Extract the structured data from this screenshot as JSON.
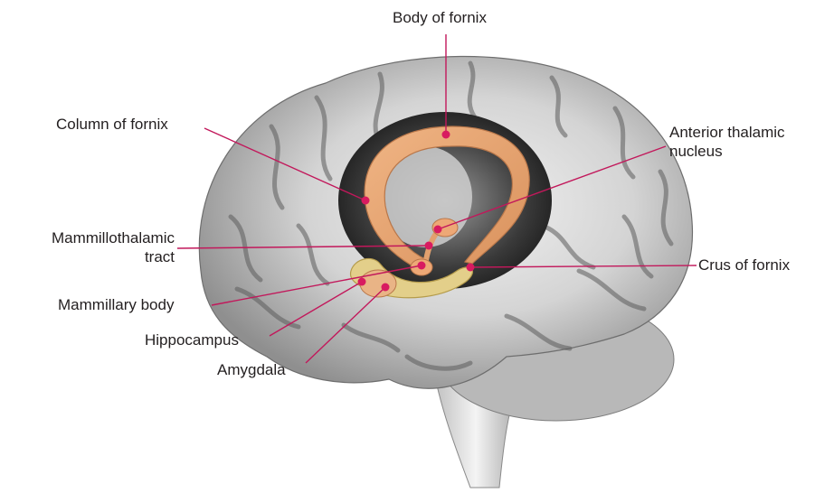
{
  "labels": {
    "body_of_fornix": "Body of fornix",
    "column_of_fornix": "Column of fornix",
    "anterior_thalamic_nucleus_line1": "Anterior thalamic",
    "anterior_thalamic_nucleus_line2": "nucleus",
    "mammillothalamic_tract_line1": "Mammillothalamic",
    "mammillothalamic_tract_line2": "tract",
    "crus_of_fornix": "Crus of fornix",
    "mammillary_body": "Mammillary body",
    "hippocampus": "Hippocampus",
    "amygdala": "Amygdala"
  },
  "colors": {
    "leader_line": "#c2185b",
    "leader_dot": "#d81b60",
    "fornix": "#e8a774",
    "fornix_edge": "#b9774a",
    "hippocampus": "#d9c27a",
    "brain_shade": "#7a7a7a",
    "background": "#ffffff"
  }
}
